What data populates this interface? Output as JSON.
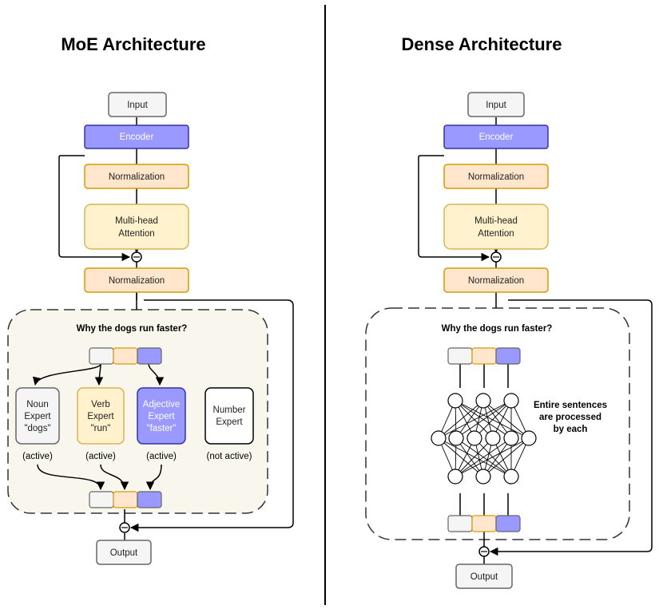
{
  "moe": {
    "title": "MoE Architecture",
    "input": "Input",
    "encoder": "Encoder",
    "norm1": "Normalization",
    "attention": [
      "Multi-head",
      "Attention"
    ],
    "norm2": "Normalization",
    "question": "Why the dogs run faster?",
    "experts": [
      {
        "lines": [
          "Noun",
          "Expert",
          "\"dogs\""
        ],
        "status": "(active)"
      },
      {
        "lines": [
          "Verb",
          "Expert",
          "\"run\""
        ],
        "status": "(active)"
      },
      {
        "lines": [
          "Adjective",
          "Expert",
          "\"faster\""
        ],
        "status": "(active)"
      },
      {
        "lines": [
          "Number",
          "Expert"
        ],
        "status": "(not active)"
      }
    ],
    "output": "Output"
  },
  "dense": {
    "title": "Dense Architecture",
    "input": "Input",
    "encoder": "Encoder",
    "norm1": "Normalization",
    "attention": [
      "Multi-head",
      "Attention"
    ],
    "norm2": "Normalization",
    "question": "Why the dogs run faster?",
    "note": [
      "Entire sentences",
      "are processed",
      "by each"
    ],
    "output": "Output"
  },
  "colors": {
    "gray_fill": "#f5f5f5",
    "gray_stroke": "#666666",
    "encoder_fill": "#9999ff",
    "encoder_stroke": "#3333aa",
    "norm_fill": "#ffe6cc",
    "norm_stroke": "#d79b00",
    "attn_fill": "#fff2cc",
    "attn_stroke": "#d6b656",
    "moe_bg": "#f9f7ed"
  }
}
